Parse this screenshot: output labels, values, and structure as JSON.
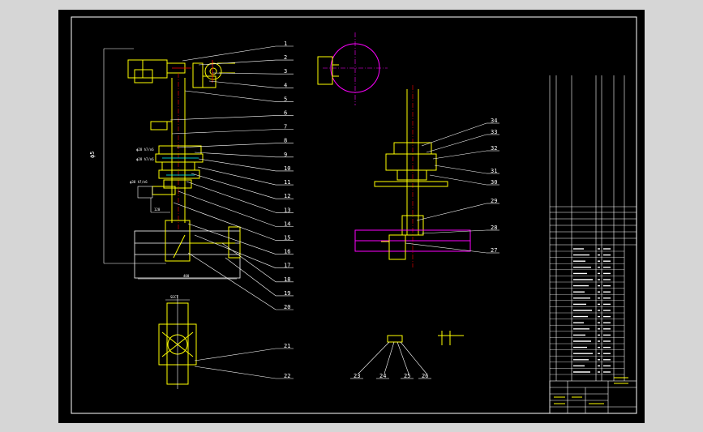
{
  "drawing": {
    "callouts_left": [
      "1",
      "2",
      "3",
      "4",
      "5",
      "6",
      "7",
      "8",
      "9",
      "10",
      "11",
      "12",
      "13",
      "14",
      "15",
      "16",
      "17",
      "18",
      "19",
      "20",
      "21",
      "22"
    ],
    "callouts_right": [
      "34",
      "33",
      "32",
      "31",
      "30",
      "29",
      "28",
      "27"
    ],
    "callouts_bottom": [
      "23",
      "24",
      "25",
      "26"
    ],
    "dim_left_vertical": "ϕ5",
    "dim_bottom": "400",
    "dim_small_1": "ϕ28 h7/n6",
    "dim_small_2": "ϕ28 h7/n6",
    "dim_small_3": "ϕ38 h7/n6",
    "dim_box": "120",
    "section_label": "SECT"
  },
  "colors": {
    "sheet": "#000000",
    "background": "#d6d6d6",
    "border": "#ffffff",
    "part": "#ffff00",
    "leader": "#ffffff",
    "motor": "#ff00ff",
    "accent": "#00ffff"
  }
}
